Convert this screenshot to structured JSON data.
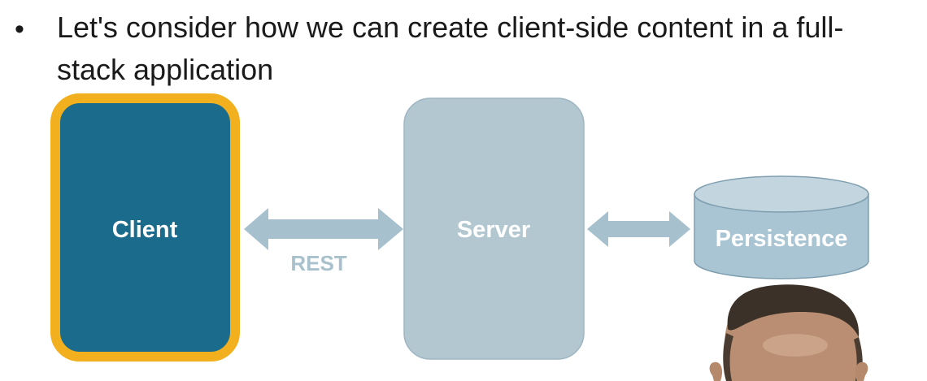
{
  "slide": {
    "bullet": "Let's consider how we can create client-side content in a full-stack application"
  },
  "diagram": {
    "client_label": "Client",
    "server_label": "Server",
    "persistence_label": "Persistence",
    "connector_label": "REST"
  },
  "colors": {
    "client_fill": "#1a6b8c",
    "client_highlight": "#f2b01e",
    "server_fill": "#b3c7d1",
    "persistence_fill": "#a9c4d2",
    "arrow_fill": "#a7c0cd"
  }
}
